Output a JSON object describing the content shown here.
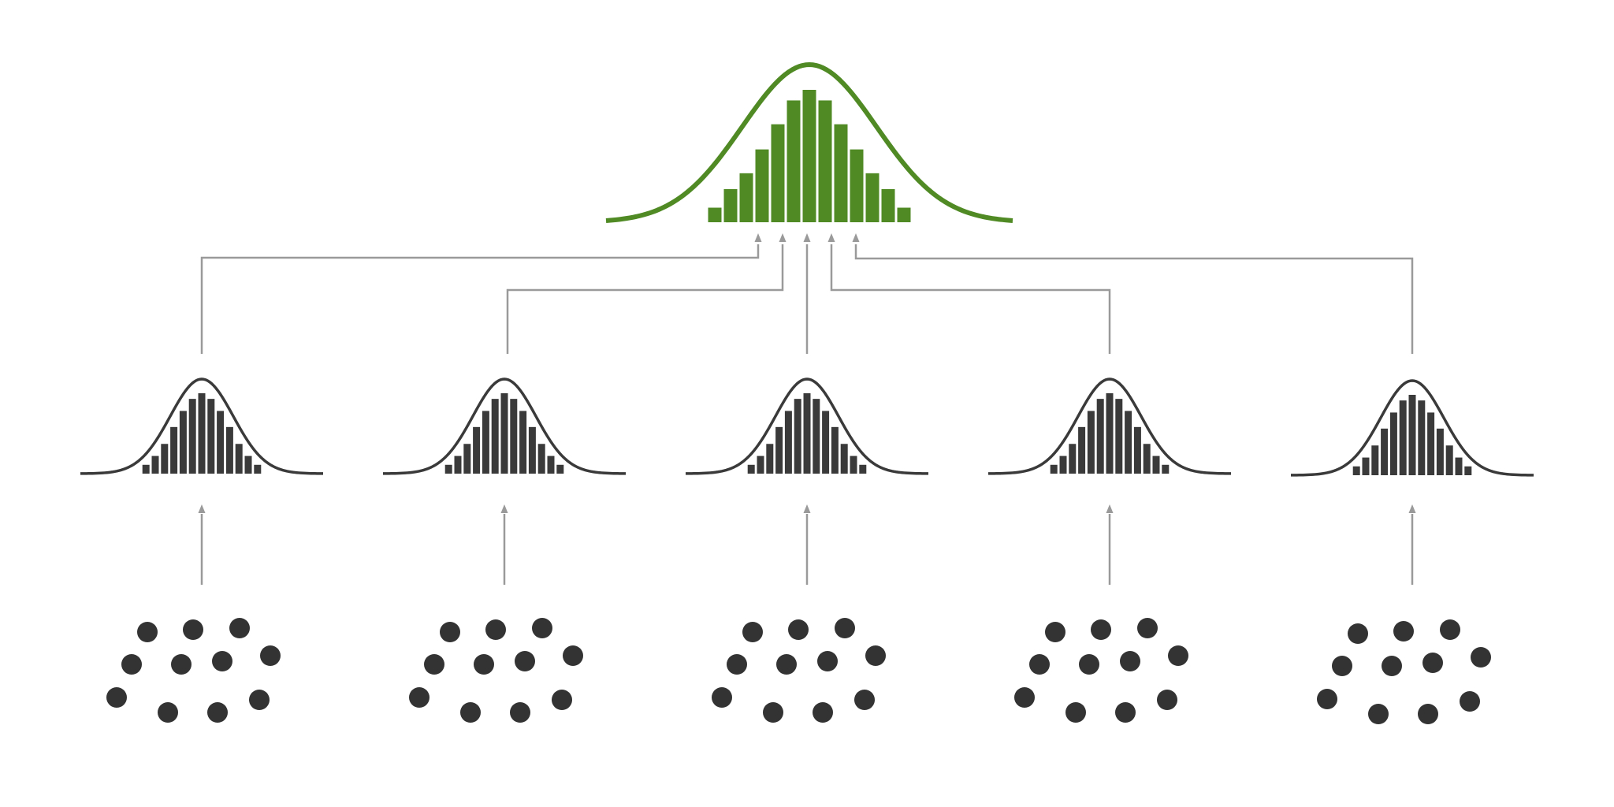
{
  "colors": {
    "background": "#ffffff",
    "aggregate": "#4f8a24",
    "group": "#3a3a3a",
    "connector": "#9a9a9a",
    "sample_dot": "#333333"
  },
  "aggregate_distribution": {
    "histogram_relative_heights": [
      0.11,
      0.25,
      0.37,
      0.55,
      0.74,
      0.92,
      1.0,
      0.92,
      0.74,
      0.55,
      0.37,
      0.25,
      0.11
    ]
  },
  "groups": [
    {
      "histogram_relative_heights": [
        0.11,
        0.22,
        0.37,
        0.58,
        0.78,
        0.93,
        1.0,
        0.93,
        0.78,
        0.58,
        0.37,
        0.22,
        0.11
      ],
      "sample_count": 11
    },
    {
      "histogram_relative_heights": [
        0.11,
        0.22,
        0.37,
        0.58,
        0.78,
        0.93,
        1.0,
        0.93,
        0.78,
        0.58,
        0.37,
        0.22,
        0.11
      ],
      "sample_count": 11
    },
    {
      "histogram_relative_heights": [
        0.11,
        0.22,
        0.37,
        0.58,
        0.78,
        0.93,
        1.0,
        0.93,
        0.78,
        0.58,
        0.37,
        0.22,
        0.11
      ],
      "sample_count": 11
    },
    {
      "histogram_relative_heights": [
        0.11,
        0.22,
        0.37,
        0.58,
        0.78,
        0.93,
        1.0,
        0.93,
        0.78,
        0.58,
        0.37,
        0.22,
        0.11
      ],
      "sample_count": 11
    },
    {
      "histogram_relative_heights": [
        0.11,
        0.22,
        0.37,
        0.58,
        0.78,
        0.93,
        1.0,
        0.93,
        0.78,
        0.58,
        0.37,
        0.22,
        0.11
      ],
      "sample_count": 11
    }
  ],
  "icons": {
    "arrow": "arrowhead-icon",
    "curve": "bell-curve-icon",
    "sample": "sample-dot-icon"
  }
}
